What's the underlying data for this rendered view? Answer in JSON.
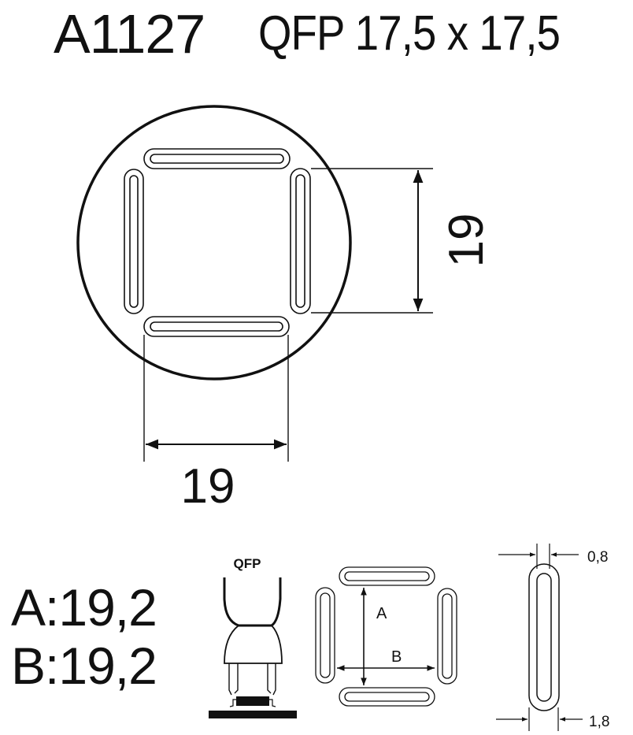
{
  "header": {
    "part_code": "A1127",
    "description": "QFP 17,5 x 17,5"
  },
  "main_drawing": {
    "vertical_dimension": "19",
    "horizontal_dimension": "19"
  },
  "specs": {
    "a_label": "A:19,2",
    "b_label": "B:19,2"
  },
  "side_view": {
    "label": "QFP"
  },
  "schematic": {
    "a_marker": "A",
    "b_marker": "B"
  },
  "slot_detail": {
    "inner_width": "0,8",
    "outer_width": "1,8"
  },
  "colors": {
    "line": "#111111",
    "background": "#ffffff"
  }
}
